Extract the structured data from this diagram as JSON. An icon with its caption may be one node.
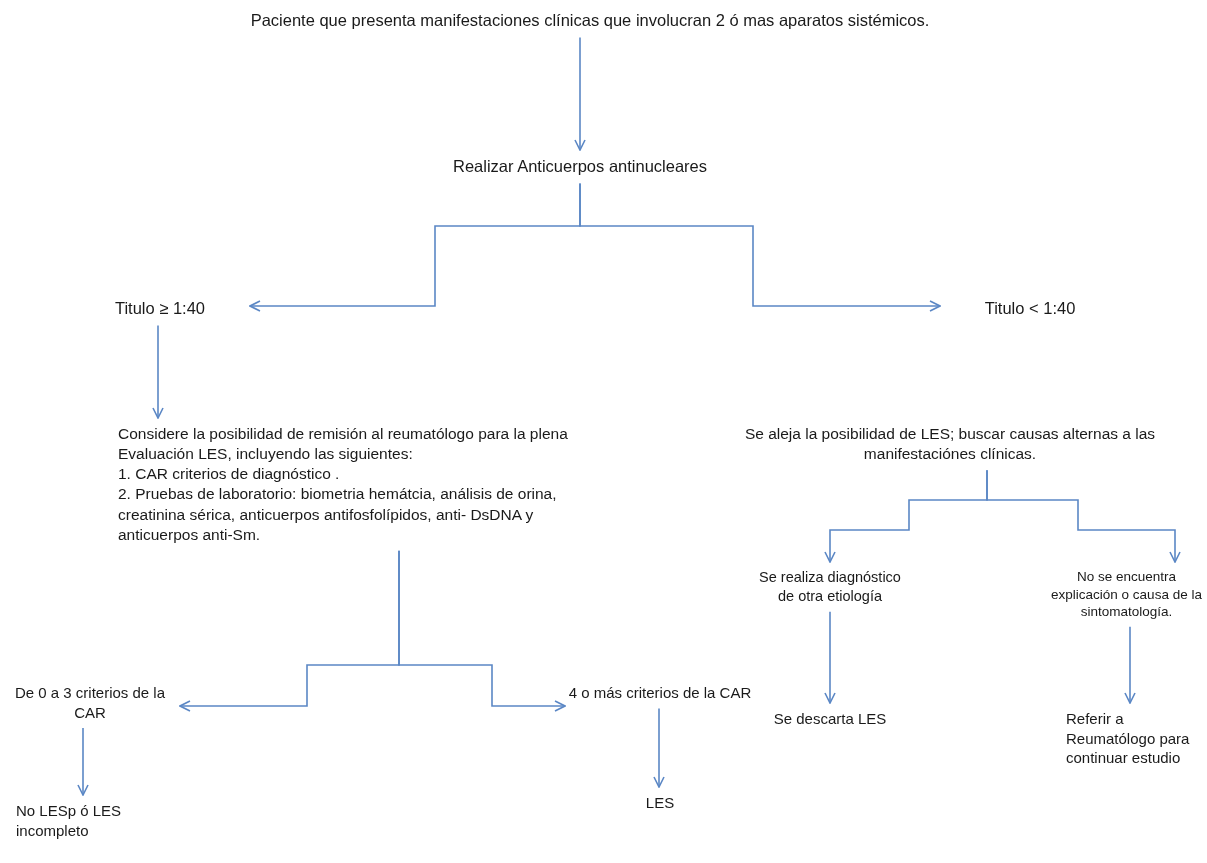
{
  "diagram": {
    "nodes": [
      {
        "text": [
          "Paciente que presenta manifestaciones clínicas que involucran 2 ó mas aparatos sistémicos."
        ]
      },
      {
        "text": [
          "Realizar Anticuerpos antinucleares"
        ]
      },
      {
        "text": [
          "Titulo ≥ 1:40"
        ]
      },
      {
        "text": [
          "Titulo < 1:40"
        ]
      },
      {
        "text": [
          "Considere la posibilidad de remisión al reumatólogo para la plena Evaluación LES, incluyendo las siguientes:",
          "1. CAR criterios de diagnóstico .",
          "2. Pruebas de laboratorio: biometria hemátcia, análisis de orina, creatinina sérica, anticuerpos antifosfolípidos, anti- DsDNA y anticuerpos anti-Sm."
        ]
      },
      {
        "text": [
          "Se aleja la posibilidad de LES; buscar causas alternas a las manifestaciónes clínicas."
        ]
      },
      {
        "text": [
          "De 0 a 3 criterios de la CAR"
        ]
      },
      {
        "text": [
          "4 o más criterios de la CAR"
        ]
      },
      {
        "text": [
          "Se realiza diagnóstico de otra etiología"
        ]
      },
      {
        "text": [
          "No se encuentra explicación o causa de la sintomatología."
        ]
      },
      {
        "text": [
          "No LESp ó LES incompleto"
        ]
      },
      {
        "text": [
          "LES"
        ]
      },
      {
        "text": [
          "Se descarta LES"
        ]
      },
      {
        "text": [
          "Referir a Reumatólogo para continuar estudio"
        ]
      }
    ],
    "edges": [
      {
        "from": 0,
        "to": 1,
        "arrow": "to"
      },
      {
        "from": 1,
        "to": 2,
        "arrow": "to"
      },
      {
        "from": 1,
        "to": 3,
        "arrow": "to"
      },
      {
        "from": 2,
        "to": 4,
        "arrow": "to"
      },
      {
        "from": 5,
        "to": 8,
        "arrow": "to"
      },
      {
        "from": 5,
        "to": 9,
        "arrow": "to"
      },
      {
        "from": 4,
        "to": 6,
        "arrow": "to"
      },
      {
        "from": 4,
        "to": 7,
        "arrow": "to"
      },
      {
        "from": 6,
        "to": 10,
        "arrow": "to"
      },
      {
        "from": 7,
        "to": 11,
        "arrow": "to"
      },
      {
        "from": 8,
        "to": 12,
        "arrow": "to"
      },
      {
        "from": 9,
        "to": 13,
        "arrow": "to"
      }
    ]
  }
}
